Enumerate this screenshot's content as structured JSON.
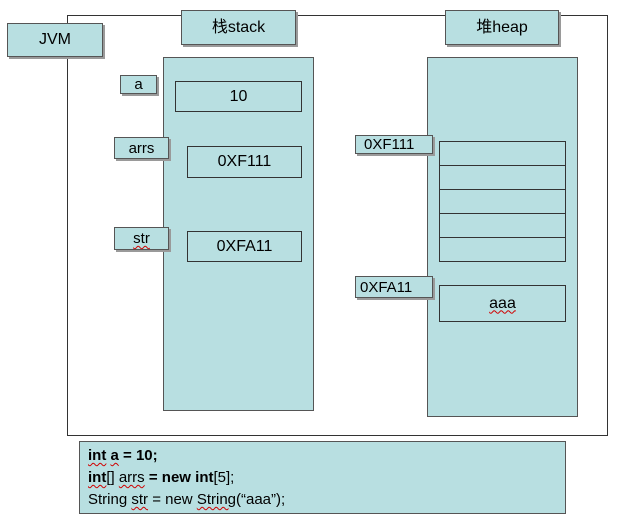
{
  "jvm_label": "JVM",
  "stack": {
    "title": "栈stack",
    "vars": [
      {
        "name": "a",
        "value": "10"
      },
      {
        "name": "arrs",
        "value": "0XF111"
      },
      {
        "name": "str",
        "value": "0XFA11"
      }
    ]
  },
  "heap": {
    "title": "堆heap",
    "array_addr": "0XF111",
    "array_slots": 5,
    "string_addr": "0XFA11",
    "string_value": "aaa"
  },
  "code": {
    "line1": {
      "kw": "int",
      "var": "a",
      "rest": " = 10;"
    },
    "line2": {
      "kw": "int",
      "bracket": "[] ",
      "var": "arrs",
      "eq": " = ",
      "new_kw": "new",
      "sp": " ",
      "type_kw": "int",
      "rest": "[5];"
    },
    "line3": {
      "pre": "String ",
      "var": "str",
      "mid": " = new ",
      "cls": "String",
      "rest": "(“aaa”);"
    }
  }
}
